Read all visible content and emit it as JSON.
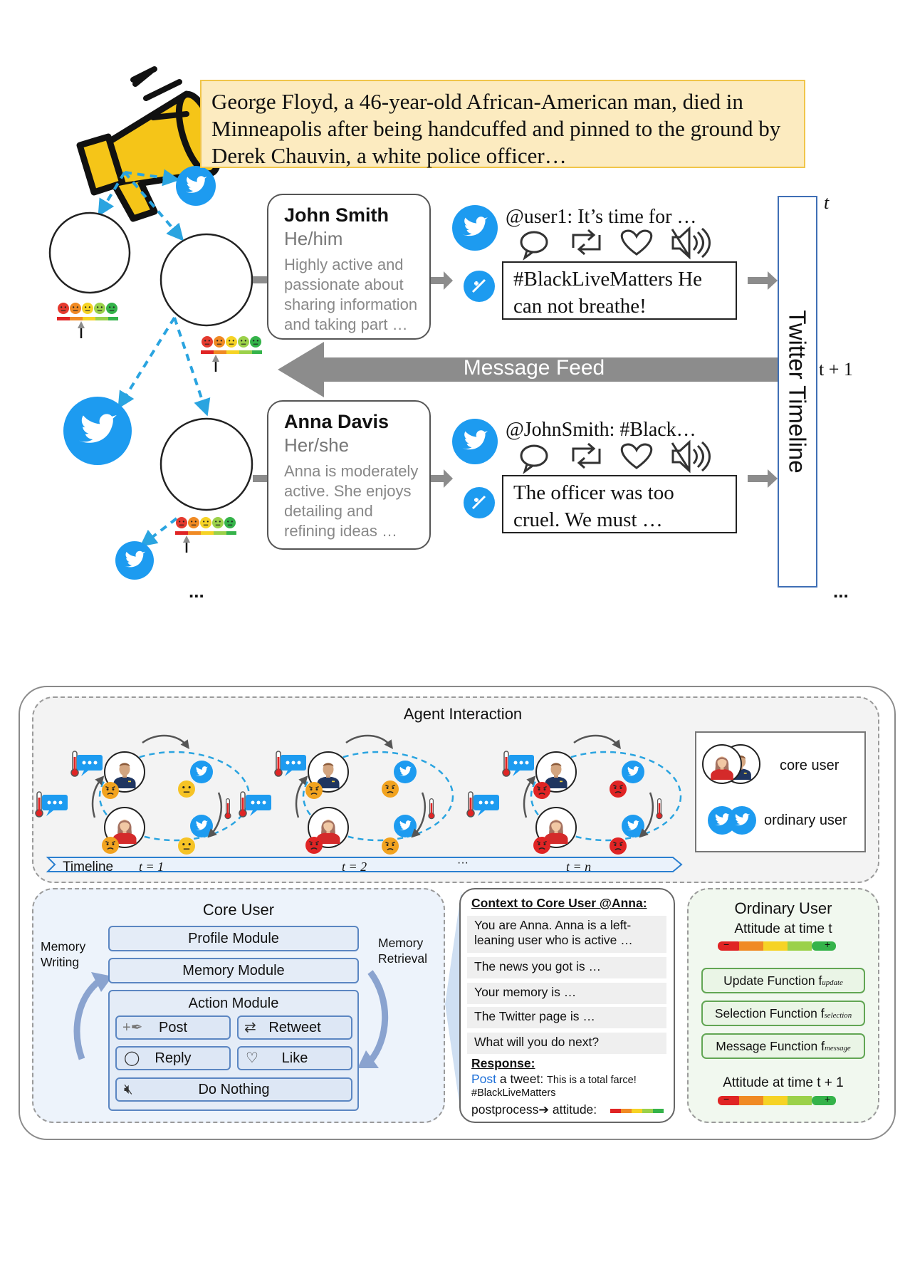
{
  "news": {
    "line1": "George Floyd, a 46-year-old African-American man, died in",
    "line2": "Minneapolis after being handcuffed and pinned to the ground by",
    "line3": "Derek Chauvin, a white police officer…"
  },
  "users": [
    {
      "name": "John Smith",
      "pronoun": "He/him",
      "desc": [
        "Highly active and",
        "passionate about",
        "sharing information",
        "and taking part …"
      ],
      "feed_tweet": "@user1: It’s time for …",
      "post_line1": "#BlackLiveMatters He",
      "post_line2": "can not breathe!"
    },
    {
      "name": "Anna Davis",
      "pronoun": "Her/she",
      "desc": [
        "Anna is moderately",
        "active. She enjoys",
        "detailing and",
        "refining ideas …"
      ],
      "feed_tweet": "@JohnSmith: #Black…",
      "post_line1": "The officer was too",
      "post_line2": "cruel. We must …"
    }
  ],
  "timeline_label": "Twitter Timeline",
  "message_feed_label": "Message Feed",
  "time_t": "t",
  "time_t1": "t + 1",
  "ellipsis": "...",
  "agent_interaction": {
    "title": "Agent Interaction",
    "timeline_label": "Timeline",
    "steps": [
      "t = 1",
      "t = 2",
      "···",
      "t = n"
    ]
  },
  "legend": {
    "core": "core user",
    "ordinary": "ordinary user"
  },
  "core_user": {
    "title": "Core User",
    "memory_writing": [
      "Memory",
      "Writing"
    ],
    "memory_retrieval": [
      "Memory",
      "Retrieval"
    ],
    "profile_module": "Profile Module",
    "memory_module": "Memory Module",
    "action_module": "Action Module",
    "actions": {
      "post": "Post",
      "retweet": "Retweet",
      "reply": "Reply",
      "like": "Like",
      "do_nothing": "Do Nothing"
    }
  },
  "context": {
    "title": "Context to Core User @Anna:",
    "rows": [
      [
        "You are Anna. Anna is a left-",
        "leaning user who is active …"
      ],
      [
        "The news you got is …"
      ],
      [
        "Your memory is …"
      ],
      [
        "The Twitter page is …"
      ],
      [
        "What will you do next?"
      ]
    ],
    "response_label": "Response:",
    "response_post": "Post",
    "response_tweet": " a tweet: ",
    "response_text": "This is a total farce!",
    "response_hashtag": "#BlackLiveMatters",
    "postprocess": "postprocess➔ attitude:"
  },
  "ordinary_user": {
    "title": "Ordinary User",
    "attitude_t": "Attitude at time t",
    "update_fn": "Update Function f",
    "update_sub": "update",
    "selection_fn": "Selection Function f",
    "selection_sub": "selection",
    "message_fn": "Message Function f",
    "message_sub": "message",
    "attitude_t1": "Attitude at time t + 1",
    "minus": "−",
    "plus": "+"
  },
  "colors": {
    "twitter_blue": "#1d9bf0",
    "arrow_blue": "#2aa4e0",
    "panel_blue": "#d7e4f4",
    "news_yellow": "#fcebc0",
    "module_blue": "#e4ecf7",
    "fn_green": "#eaf5e6",
    "gray_arrow": "#8c8c8c",
    "scale": [
      "#e02424",
      "#f08a24",
      "#f6d325",
      "#9bd14a",
      "#35b34a"
    ]
  }
}
